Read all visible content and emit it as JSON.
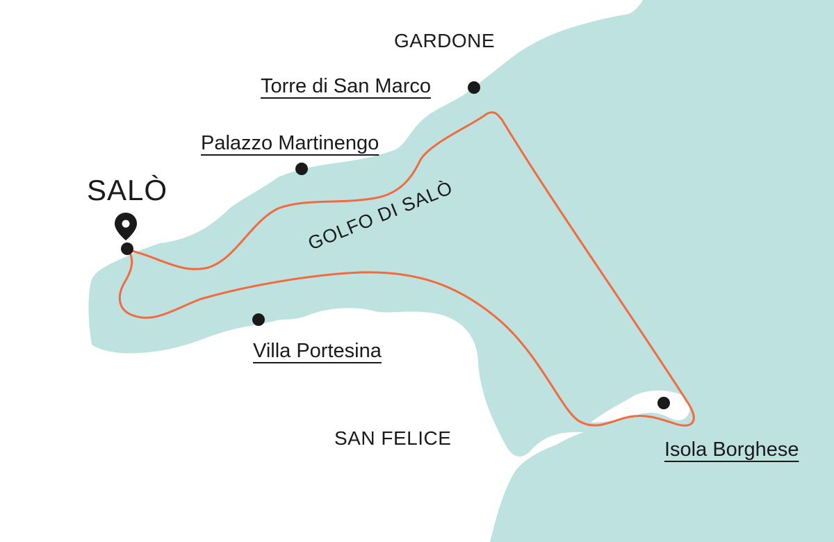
{
  "map": {
    "title": "SALÒ",
    "water_label": "GOLFO DI SALÒ",
    "areas": {
      "gardone": "GARDONE",
      "san_felice": "SAN FELICE"
    },
    "places": {
      "torre": "Torre di San Marco",
      "palazzo": "Palazzo Martinengo",
      "villa": "Villa Portesina",
      "isola": "Isola Borghese"
    },
    "icons": {
      "start": "location-pin-icon",
      "stop": "dot-marker-icon"
    },
    "colors": {
      "water": "#bde2e0",
      "land": "#ffffff",
      "route": "#f26a3d",
      "marker": "#1a1a1a"
    }
  }
}
